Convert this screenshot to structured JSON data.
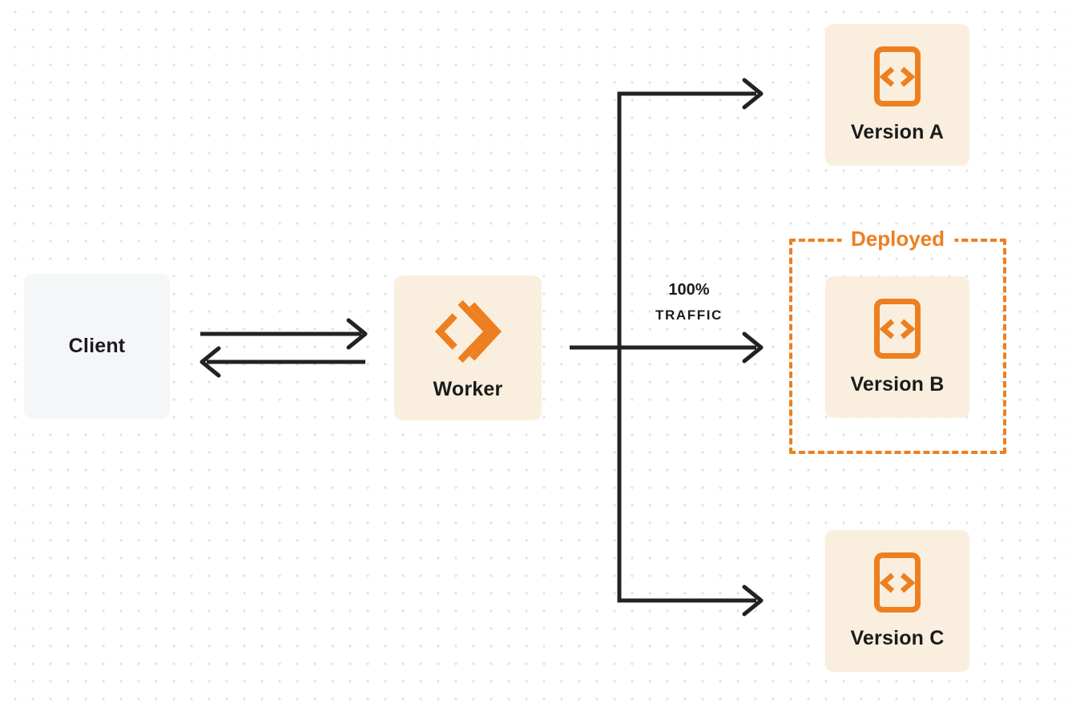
{
  "client": {
    "label": "Client"
  },
  "worker": {
    "label": "Worker"
  },
  "traffic": {
    "line1": "100%",
    "line2": "TRAFFIC"
  },
  "deployed": {
    "label": "Deployed"
  },
  "versions": [
    {
      "label": "Version A"
    },
    {
      "label": "Version B",
      "deployed": true
    },
    {
      "label": "Version C"
    }
  ],
  "icons": {
    "worker": "workers-chevron-icon",
    "version": "code-file-icon"
  },
  "colors": {
    "orange": "#ee7f21",
    "cream": "#faefde",
    "light_gray": "#f5f6f8",
    "line": "#222222",
    "text": "#1b1b1d",
    "dot": "#e3e3e6",
    "bg": "#ffffff"
  }
}
